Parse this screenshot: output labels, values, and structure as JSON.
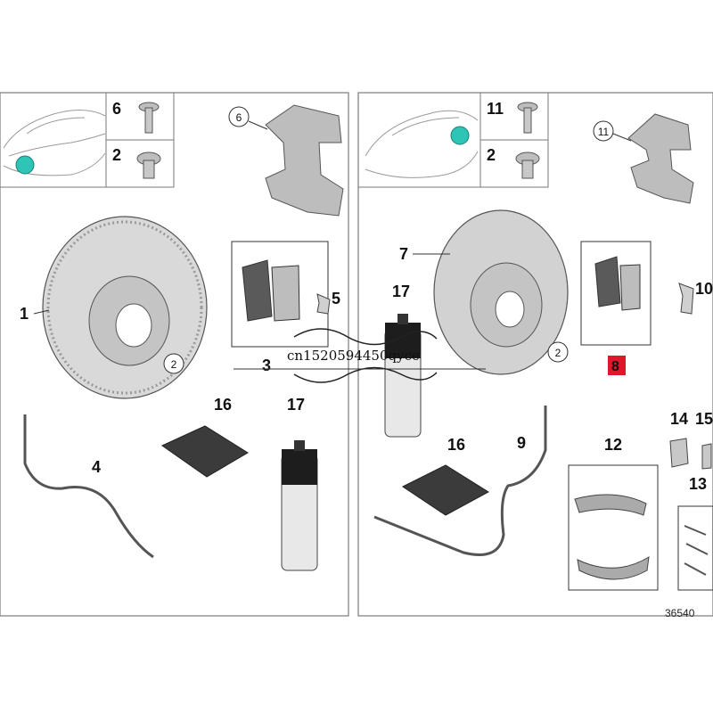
{
  "colors": {
    "frame": "#7a7a7a",
    "part_fill": "#bdbdbd",
    "part_dark": "#5a5a5a",
    "car_marker": "#2ec4b6",
    "highlight": "#e0162b"
  },
  "left_panel": {
    "inset_labels": [
      "6",
      "2"
    ],
    "labels": [
      "1",
      "3",
      "4",
      "5",
      "16",
      "17"
    ],
    "circled_labels": [
      "6",
      "2"
    ]
  },
  "right_panel": {
    "inset_labels": [
      "11",
      "2"
    ],
    "labels": [
      "7",
      "9",
      "10",
      "12",
      "13",
      "14",
      "15",
      "16",
      "17"
    ],
    "highlighted_label": "8",
    "circled_labels": [
      "11",
      "2"
    ]
  },
  "watermark": "cn1520594450qyce",
  "diagram_code": "36540"
}
